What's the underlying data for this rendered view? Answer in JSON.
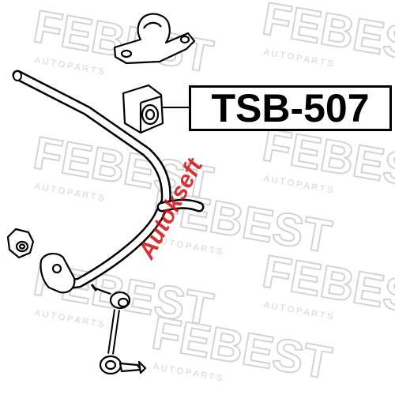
{
  "watermark": {
    "brand": "FEBEST",
    "tagline": "A U T O   P A R T S",
    "color": "#d4d4d4"
  },
  "dealer_watermark": {
    "text": "Autokseft",
    "color": "#cc1111"
  },
  "part_number": "TSB-507",
  "colors": {
    "line": "#000000",
    "background": "#ffffff"
  }
}
